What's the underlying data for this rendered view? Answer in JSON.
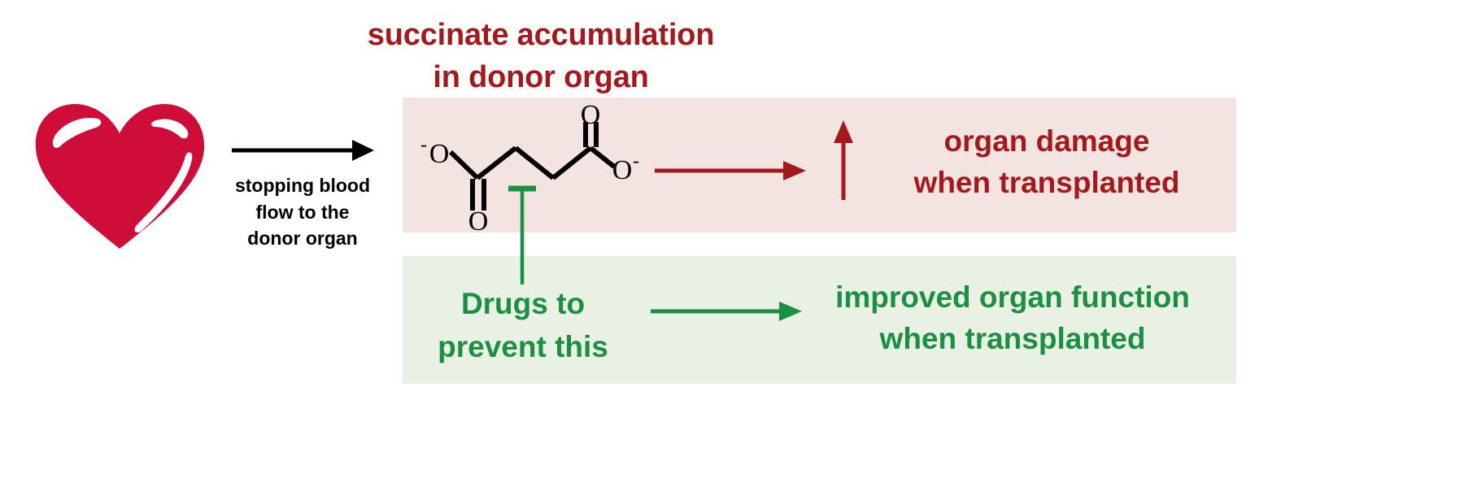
{
  "title": {
    "line1": "succinate accumulation",
    "line2": "in donor organ",
    "color": "#a4191c"
  },
  "heart": {
    "icon": "heart-icon",
    "color": "#ce0e38"
  },
  "process_arrow": {
    "icon": "arrow-right-icon",
    "color": "#000000",
    "caption_line1": "stopping blood",
    "caption_line2": "flow to the",
    "caption_line3": "donor organ"
  },
  "molecule": {
    "name": "succinate",
    "label_left_oxygen": "O",
    "label_left_charge": "-",
    "label_right_oxygen": "O",
    "label_right_charge": "-",
    "label_carbonyl_left": "O",
    "label_carbonyl_right": "O",
    "bond_color": "#000000"
  },
  "damage_pathway": {
    "band_color": "#f4e4e1",
    "arrow_icon": "arrow-right-icon",
    "up_arrow_icon": "arrow-up-icon",
    "color": "#a4191c",
    "outcome_line1": "organ damage",
    "outcome_line2": "when transplanted"
  },
  "rescue_pathway": {
    "band_color": "#e9f1e4",
    "inhibit_icon": "inhibition-tbar-icon",
    "arrow_icon": "arrow-right-icon",
    "color": "#1b9040",
    "drugs_line1": "Drugs to",
    "drugs_line2": "prevent this",
    "outcome_line1": "improved organ function",
    "outcome_line2": "when transplanted"
  }
}
